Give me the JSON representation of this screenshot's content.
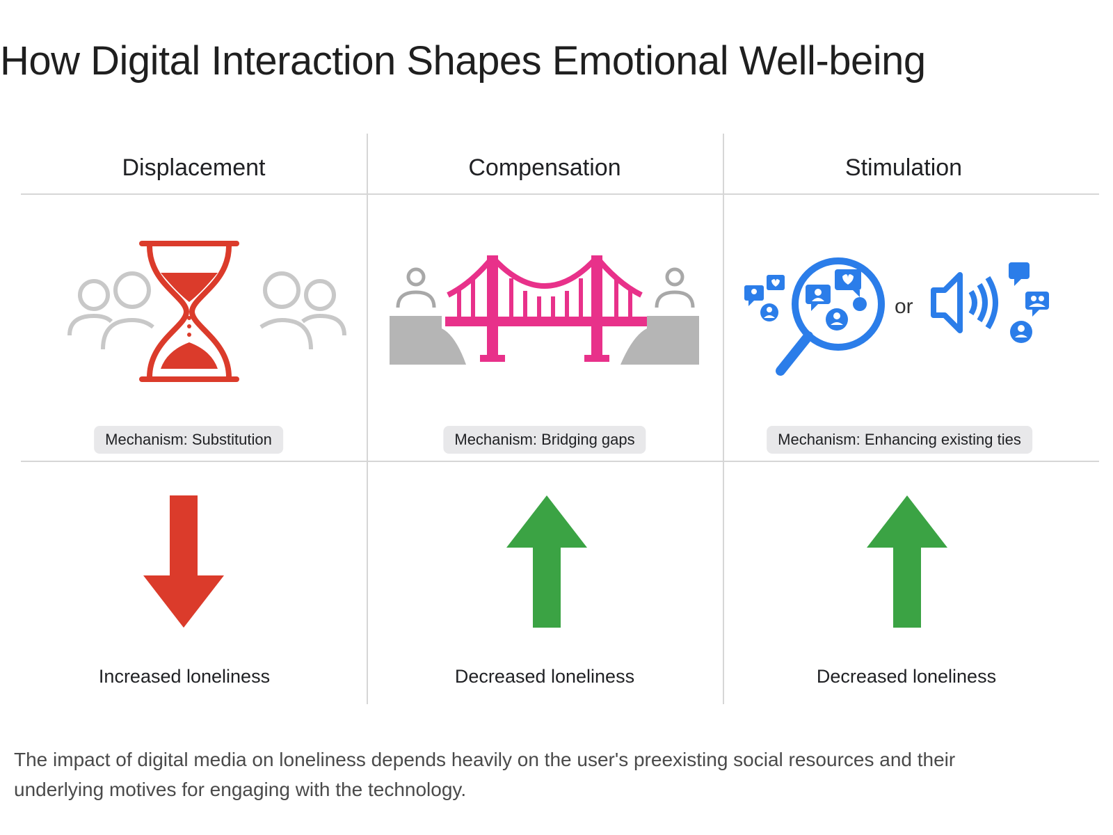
{
  "title": "How Digital Interaction Shapes Emotional Well-being",
  "columns": [
    {
      "header": "Displacement",
      "icon": "hourglass-icon",
      "mechanism": "Mechanism: Substitution",
      "outcome": "Increased loneliness",
      "arrow_direction": "down",
      "accent_color": "#db3b2b"
    },
    {
      "header": "Compensation",
      "icon": "bridge-icon",
      "mechanism": "Mechanism: Bridging gaps",
      "outcome": "Decreased loneliness",
      "arrow_direction": "up",
      "accent_color": "#e8318a"
    },
    {
      "header": "Stimulation",
      "icon": "magnifier-social-icon",
      "connector": "or",
      "mechanism": "Mechanism: Enhancing existing ties",
      "outcome": "Decreased loneliness",
      "arrow_direction": "up",
      "accent_color": "#2b7de9"
    }
  ],
  "colors": {
    "down_arrow": "#db3b2b",
    "up_arrow": "#3ba344",
    "grid_line": "#d6d6d6",
    "person_outline": "#c8c8c8"
  },
  "caption": "The impact of digital media on loneliness depends heavily on the user's preexisting social resources and their underlying motives for engaging with the technology."
}
